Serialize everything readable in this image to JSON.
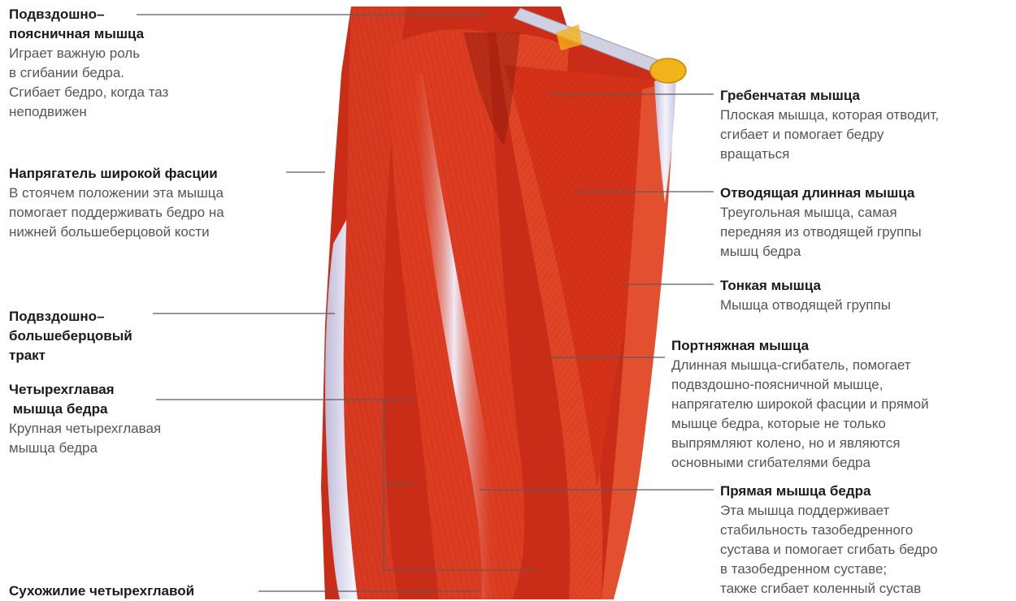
{
  "colors": {
    "muscle": "#d8361d",
    "muscle_dark": "#b72512",
    "muscle_light": "#ee5c3a",
    "tendon": "#d9d8e8",
    "bone": "#f2b21a",
    "leader": "#5b5b5b"
  },
  "labels": {
    "iliopsoas": {
      "title_1": "Подвздошно–",
      "title_2": "поясничная мышца",
      "desc": [
        "Играет важную роль",
        "в сгибании бедра.",
        "Сгибает бедро, когда таз",
        "неподвижен"
      ]
    },
    "tfl": {
      "title": "Напрягатель широкой фасции",
      "desc": [
        "В стоячем положении эта мышца",
        "помогает поддерживать бедро на",
        "нижней большеберцовой кости"
      ]
    },
    "it_band": {
      "title": [
        "Подвздошно–",
        "большеберцовый",
        "тракт"
      ]
    },
    "quadriceps": {
      "title": [
        "Четырехглавая",
        " мышца бедра"
      ],
      "desc": [
        "Крупная четырехглавая",
        "мышца бедра"
      ]
    },
    "quad_tendon": {
      "title": "Сухожилие четырехглавой"
    },
    "pectineus": {
      "title": "Гребенчатая мышца",
      "desc": [
        "Плоская мышца, которая отводит,",
        "сгибает и помогает бедру",
        "вращаться"
      ]
    },
    "adductor_longus": {
      "title": "Отводящая длинная мышца",
      "desc": [
        "Треугольная мышца, самая",
        "передняя из отводящей группы",
        "мышц бедра"
      ]
    },
    "gracilis": {
      "title": "Тонкая мышца",
      "desc": [
        "Мышца отводящей группы"
      ]
    },
    "sartorius": {
      "title": "Портняжная мышца",
      "desc": [
        "Длинная мышца-сгибатель, помогает",
        "подвздошно-поясничной мышце,",
        "напрягателю широкой фасции и прямой",
        "мышце бедра, которые не только",
        "выпрямляют колено, но и являются",
        "основными сгибателями бедра"
      ]
    },
    "rectus_femoris": {
      "title": "Прямая мышца бедра",
      "desc": [
        "Эта мышца поддерживает",
        "стабильность тазобедренного",
        "сустава и помогает сгибать бедро",
        "в тазобедренном суставе;",
        "также сгибает коленный сустав"
      ]
    }
  }
}
